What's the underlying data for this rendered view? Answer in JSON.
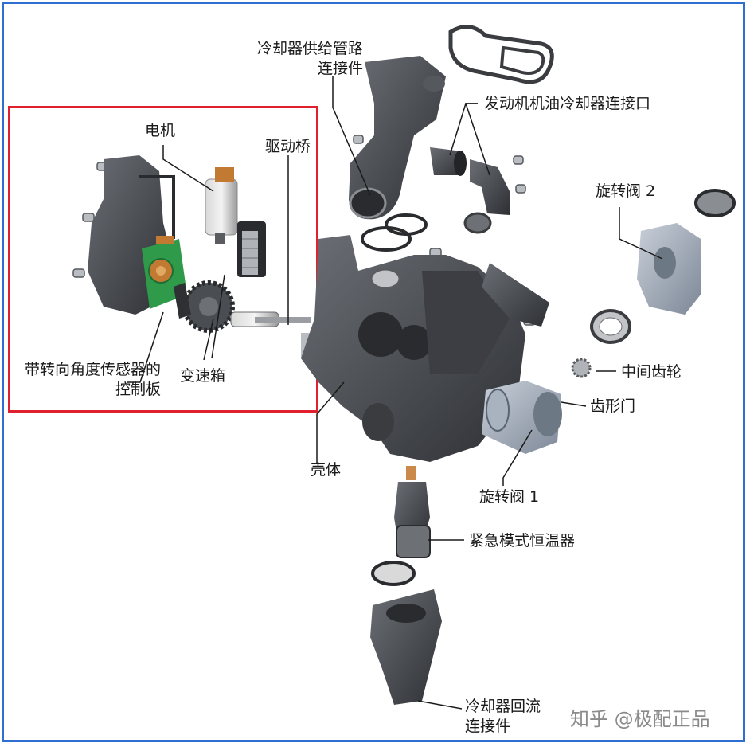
{
  "colors": {
    "frame": "#2f6fcf",
    "highlight_box": "#e0202c",
    "part_dark": "#4a4d52",
    "part_light": "#9aa3b0",
    "pcb": "#2e9a4a"
  },
  "labels": {
    "cooler_supply_line1": "冷却器供给管路",
    "cooler_supply_line2": "连接件",
    "oil_cooler_port": "发动机机油冷却器连接口",
    "motor": "电机",
    "drive_bridge": "驱动桥",
    "rotary_valve_2": "旋转阀 2",
    "control_board_line1": "带转向角度传感器的",
    "control_board_line2": "控制板",
    "gearbox": "变速箱",
    "intermediate_gear": "中间齿轮",
    "toothed_door": "齿形门",
    "housing": "壳体",
    "rotary_valve_1": "旋转阀 1",
    "emergency_thermostat": "紧急模式恒温器",
    "cooler_return_line1": "冷却器回流",
    "cooler_return_line2": "连接件"
  },
  "watermark": "知乎 @极配正品"
}
